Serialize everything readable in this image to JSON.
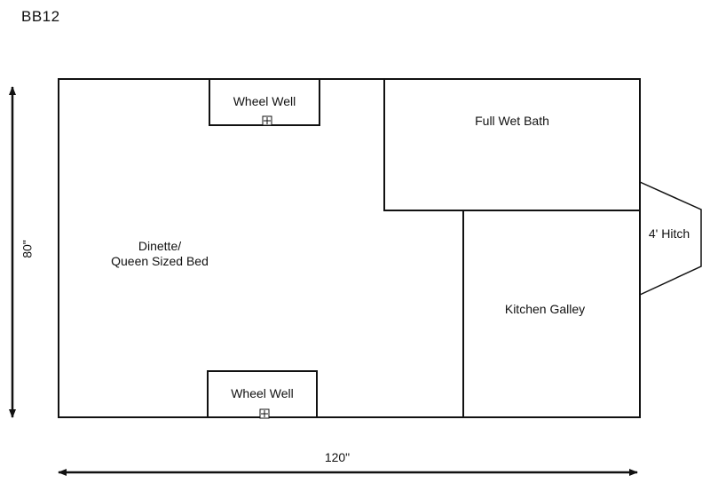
{
  "title": "BB12",
  "rooms": {
    "wheel_well_top": "Wheel Well",
    "wheel_well_bottom": "Wheel Well",
    "bath": "Full Wet Bath",
    "dinette_line1": "Dinette/",
    "dinette_line2": "Queen Sized Bed",
    "kitchen": "Kitchen Galley",
    "hitch": "4' Hitch"
  },
  "dimensions": {
    "length": "120\"",
    "width": "80\""
  },
  "colors": {
    "line": "#111111",
    "background": "#ffffff"
  }
}
